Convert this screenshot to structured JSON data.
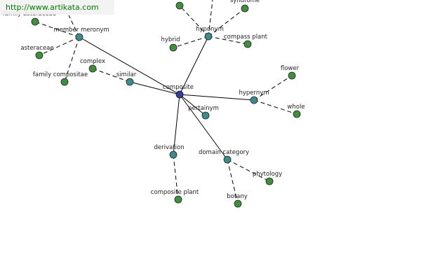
{
  "banner": {
    "url": "http://www.artikata.com"
  },
  "graph": {
    "center": {
      "label": "composite",
      "color": "#33409a"
    },
    "colors": {
      "relation": "#3f8a8a",
      "word": "#3f8f3f",
      "edge": "#000000"
    },
    "relations": [
      {
        "label": "member meronym"
      },
      {
        "label": "similar"
      },
      {
        "label": "hyponym"
      },
      {
        "label": "hypernym"
      },
      {
        "label": "pertainym"
      },
      {
        "label": "derivation"
      },
      {
        "label": "domain category"
      }
    ],
    "words": [
      {
        "label": "family asteraceae"
      },
      {
        "label": "asteraceae"
      },
      {
        "label": "family compositae"
      },
      {
        "label": "complex"
      },
      {
        "label": "hybrid"
      },
      {
        "label": "compass plant"
      },
      {
        "label": "syndrome"
      },
      {
        "label": "flower"
      },
      {
        "label": "whole"
      },
      {
        "label": "composite plant"
      },
      {
        "label": "phytology"
      },
      {
        "label": "botany"
      }
    ]
  }
}
